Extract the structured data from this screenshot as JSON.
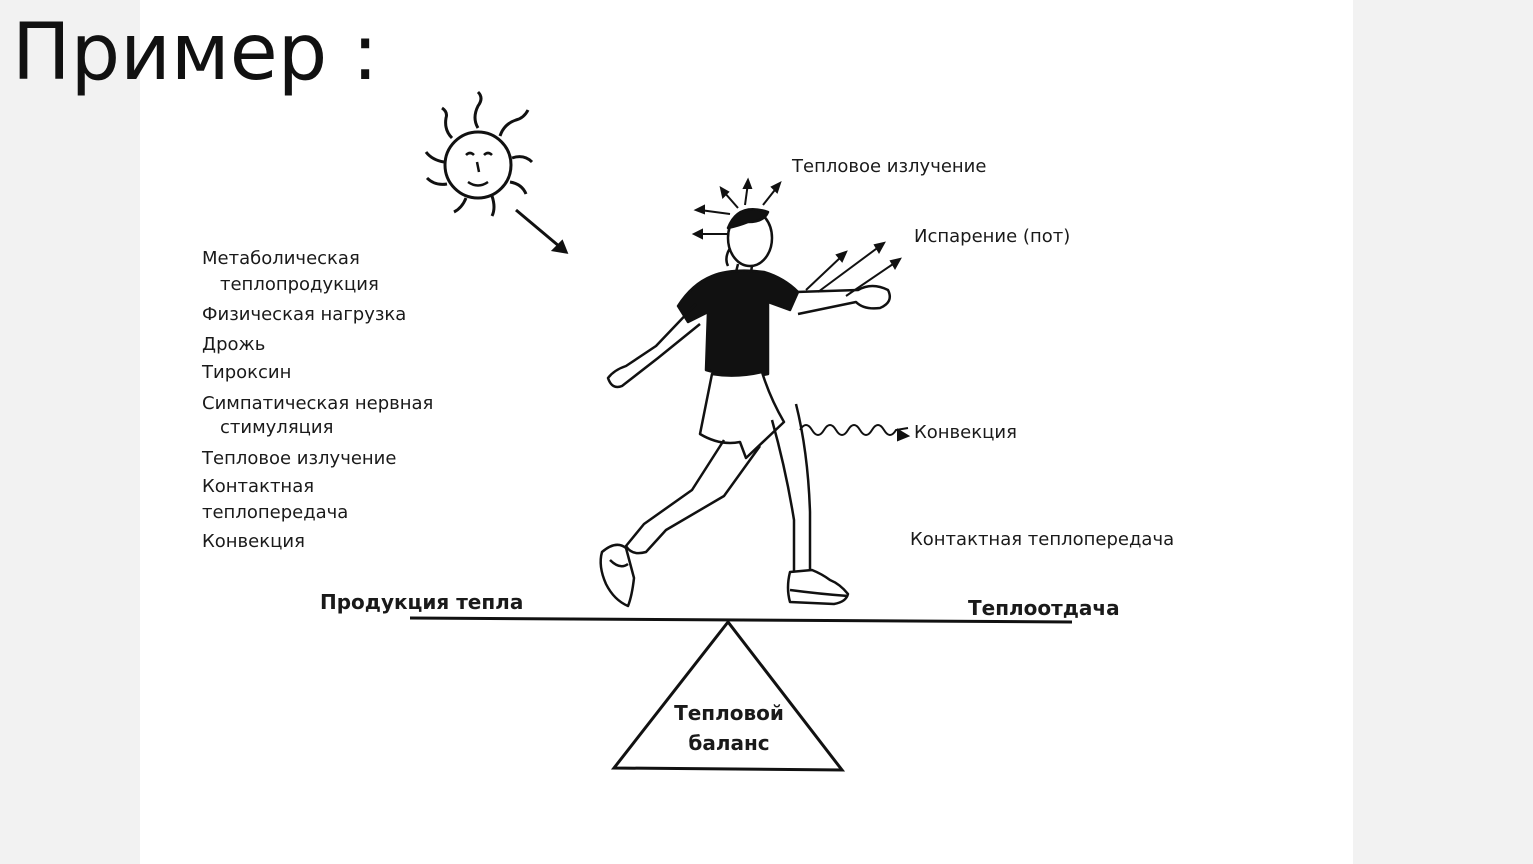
{
  "slide": {
    "title": "Пример :"
  },
  "diagram": {
    "left_list": [
      "Метаболическая",
      "теплопродукция",
      "Физическая нагрузка",
      "Дрожь",
      "Тироксин",
      "Симпатическая нервная",
      "стимуляция",
      "Тепловое излучение",
      "Контактная",
      "теплопередача",
      "Конвекция"
    ],
    "right_labels": {
      "radiation": "Тепловое излучение",
      "evaporation": "Испарение (пот)",
      "convection": "Конвекция",
      "contact": "Контактная теплопередача"
    },
    "scale": {
      "left": "Продукция тепла",
      "right": "Теплоотдача",
      "fulcrum_line1": "Тепловой",
      "fulcrum_line2": "баланс"
    },
    "icons": [
      "sun-icon",
      "runner-figure"
    ]
  }
}
